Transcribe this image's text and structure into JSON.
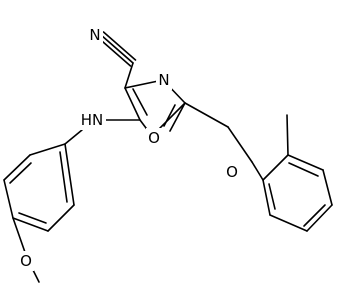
{
  "molecule": {
    "atoms": {
      "nitrile_n": "N",
      "ring_n": "N",
      "ring_o": "O",
      "nh": "HN",
      "ether_o": "O",
      "methoxy_o": "O"
    }
  }
}
